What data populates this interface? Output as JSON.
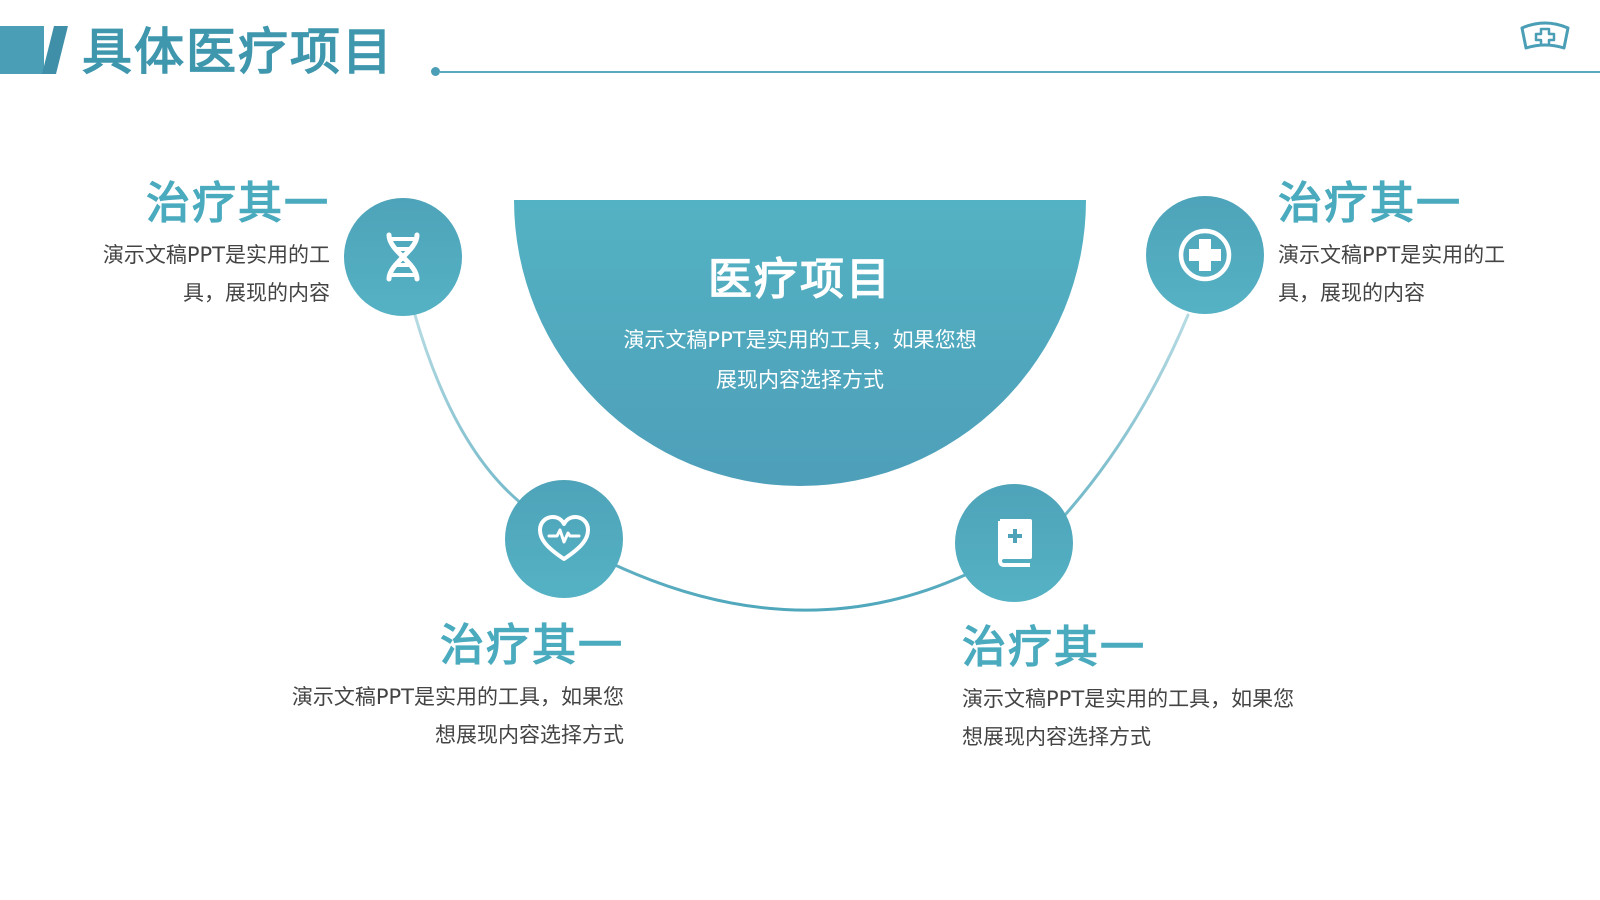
{
  "header": {
    "title": "具体医疗项目"
  },
  "center": {
    "title": "医疗项目",
    "description": "演示文稿PPT是实用的工具，如果您想展现内容选择方式"
  },
  "items": [
    {
      "title": "治疗其一",
      "description": "演示文稿PPT是实用的工具，展现的内容",
      "icon": "dna-icon"
    },
    {
      "title": "治疗其一",
      "description": "演示文稿PPT是实用的工具，展现的内容",
      "icon": "medical-cross-icon"
    },
    {
      "title": "治疗其一",
      "description": "演示文稿PPT是实用的工具，如果您想展现内容选择方式",
      "icon": "heart-pulse-icon"
    },
    {
      "title": "治疗其一",
      "description": "演示文稿PPT是实用的工具，如果您想展现内容选择方式",
      "icon": "medical-book-icon"
    }
  ],
  "colors": {
    "primary": "#4a9eb5",
    "accent": "#4aaabe",
    "text": "#444444"
  }
}
